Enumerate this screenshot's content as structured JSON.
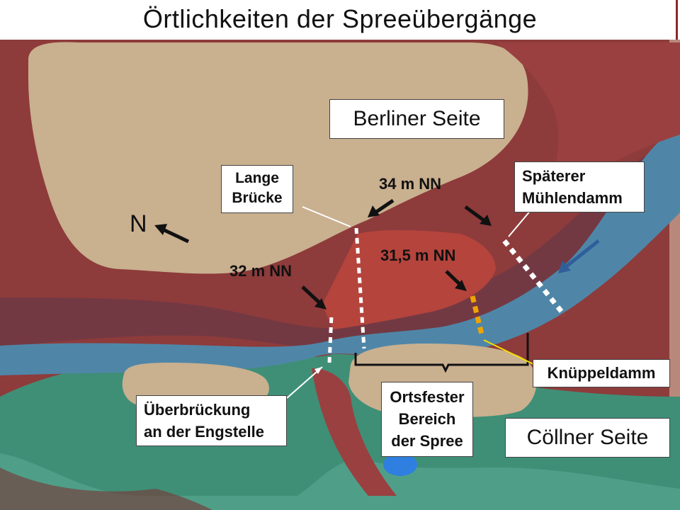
{
  "title": "Örtlichkeiten der Spreeübergänge",
  "colors": {
    "land_red": "#8e3b3b",
    "plateau_sand": "#c9b08f",
    "river_blue": "#4f86a8",
    "lowland_green": "#3f8f77",
    "ford_red": "#b5443c",
    "dam_orange": "#f0a400",
    "arrow_blue": "#2f5f9a",
    "dot_white": "#ffffff"
  },
  "labels": {
    "berliner_seite": "Berliner Seite",
    "coellner_seite": "Cöllner Seite",
    "lange_bruecke_1": "Lange",
    "lange_bruecke_2": "Brücke",
    "spaeterer_1": "Späterer",
    "spaeterer_2": "Mühlendamm",
    "ueberbrueckung_1": "Überbrückung",
    "ueberbrueckung_2": "an der Engstelle",
    "ortsfester_1": "Ortsfester",
    "ortsfester_2": "Bereich",
    "ortsfester_3": "der Spree",
    "knueppeldamm": "Knüppeldamm",
    "north": "N",
    "elev_34": "34 m NN",
    "elev_32": "32 m NN",
    "elev_315": "31,5 m NN"
  },
  "icons": [
    "north-arrow-icon",
    "flow-direction-arrow-icon",
    "elevation-arrow-icon"
  ]
}
